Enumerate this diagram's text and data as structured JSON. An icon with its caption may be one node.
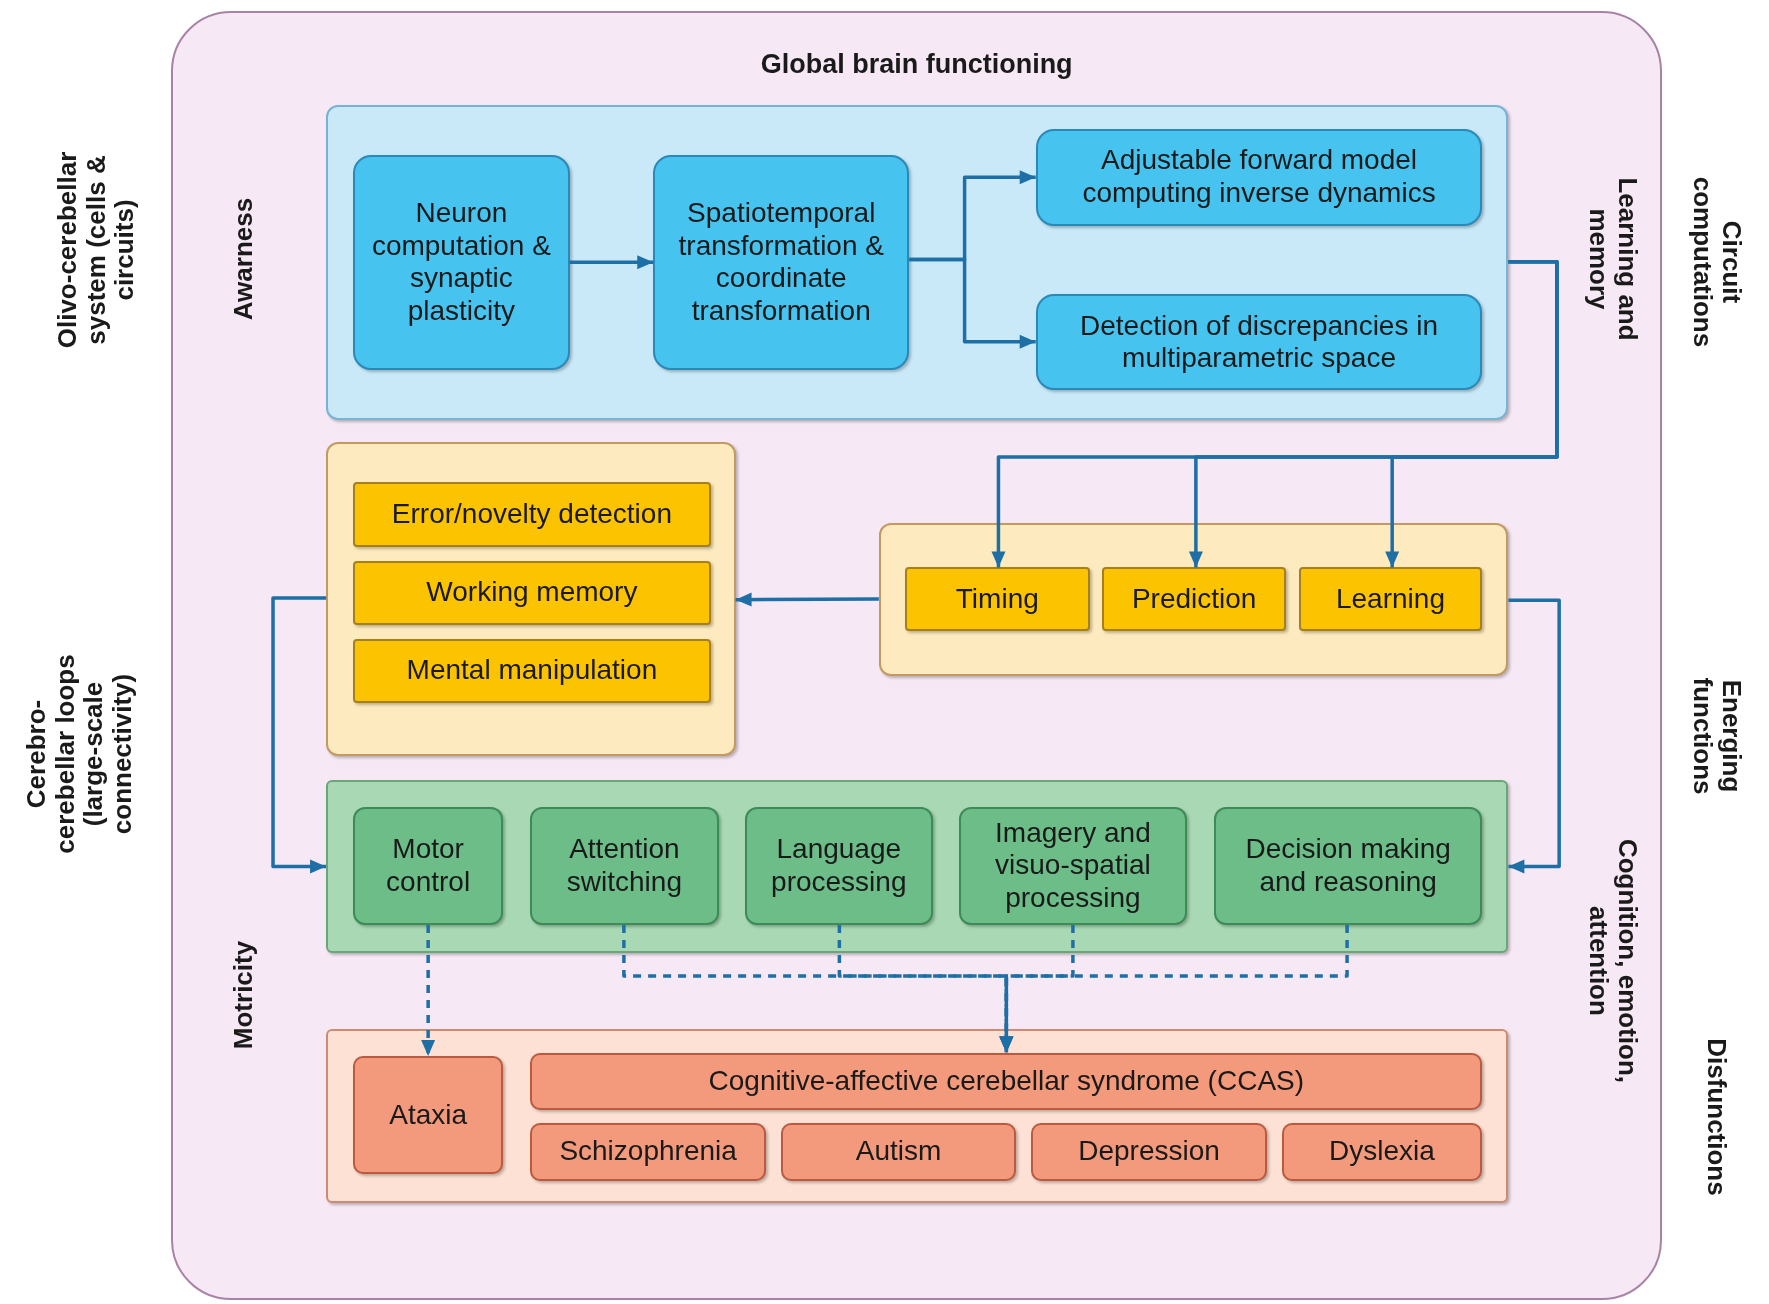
{
  "diagram": {
    "nodes": [
      {
        "text": [
          "Global brain functioning"
        ]
      },
      {
        "text": [],
        "shape": "box",
        "in": 0
      },
      {
        "text": [
          "Neuron computation & synaptic plasticity"
        ],
        "in": 1
      },
      {
        "text": [
          "Spatiotemporal transformation & coordinate transformation"
        ],
        "in": 1
      },
      {
        "text": [
          "Adjustable forward model computing inverse dynamics"
        ],
        "in": 1
      },
      {
        "text": [
          "Detection of discrepancies in multiparametric space"
        ],
        "in": 1
      },
      {
        "text": [],
        "shape": "box",
        "in": 0
      },
      {
        "text": [
          "Error/novelty detection"
        ],
        "in": 6
      },
      {
        "text": [
          "Working memory"
        ],
        "in": 6
      },
      {
        "text": [
          "Mental manipulation"
        ],
        "in": 6
      },
      {
        "text": [],
        "shape": "box",
        "in": 0
      },
      {
        "text": [
          "Timing"
        ],
        "in": 10
      },
      {
        "text": [
          "Prediction"
        ],
        "in": 10
      },
      {
        "text": [
          "Learning"
        ],
        "in": 10
      },
      {
        "text": [],
        "shape": "box",
        "in": 0
      },
      {
        "text": [
          "Motor control"
        ],
        "in": 14
      },
      {
        "text": [
          "Attention switching"
        ],
        "in": 14
      },
      {
        "text": [
          "Language processing"
        ],
        "in": 14
      },
      {
        "text": [
          "Imagery and visuo-spatial processing"
        ],
        "in": 14
      },
      {
        "text": [
          "Decision making and reasoning"
        ],
        "in": 14
      },
      {
        "text": [],
        "shape": "box",
        "in": 0
      },
      {
        "text": [
          "Ataxia"
        ],
        "in": 20
      },
      {
        "text": [
          "Cognitive-affective cerebellar syndrome (CCAS)"
        ],
        "in": 20
      },
      {
        "text": [
          "Schizophrenia"
        ],
        "in": 20
      },
      {
        "text": [
          "Autism"
        ],
        "in": 20
      },
      {
        "text": [
          "Depression"
        ],
        "in": 20
      },
      {
        "text": [
          "Dyslexia"
        ],
        "in": 20
      }
    ],
    "edges": [
      {
        "from": 2,
        "to": 3,
        "arrow": "to"
      },
      {
        "from": 3,
        "to": 4,
        "arrow": "to"
      },
      {
        "from": 3,
        "to": 5,
        "arrow": "to"
      },
      {
        "from": 1,
        "to": 11,
        "arrow": "to"
      },
      {
        "from": 1,
        "to": 12,
        "arrow": "to"
      },
      {
        "from": 1,
        "to": 13,
        "arrow": "to"
      },
      {
        "from": 10,
        "to": 6,
        "arrow": "to"
      },
      {
        "from": 6,
        "to": 14,
        "arrow": "to"
      },
      {
        "from": 10,
        "to": 14,
        "arrow": "to"
      },
      {
        "from": 15,
        "to": 21,
        "arrow": "to",
        "style": "dashed"
      },
      {
        "from": 16,
        "to": 22,
        "arrow": "to",
        "style": "dashed"
      },
      {
        "from": 17,
        "to": 22,
        "arrow": "to",
        "style": "dashed"
      },
      {
        "from": 18,
        "to": 22,
        "arrow": "to",
        "style": "dashed"
      },
      {
        "from": 19,
        "to": 22,
        "arrow": "to",
        "style": "dashed"
      }
    ],
    "labels": [
      "Olivo-cerebellar system (cells & circuits)",
      "Awarness",
      "Learning and memory",
      "Circuit computations",
      "Cerebro-cerebellar loops (large-scale connectivity)",
      "Energing functions",
      "Motricity",
      "Cognition, emotion, attention",
      "Disfunctions"
    ]
  }
}
